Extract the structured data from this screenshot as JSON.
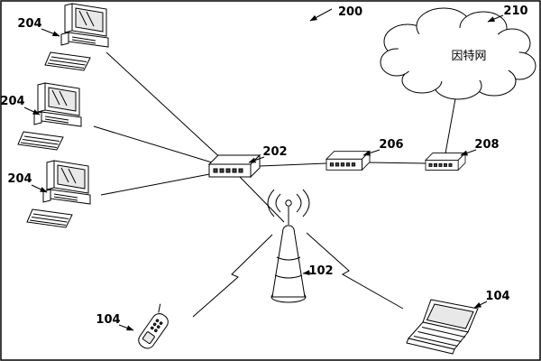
{
  "figure": {
    "ref_main": "200",
    "internet_cloud": {
      "ref": "210",
      "label": "因特网"
    },
    "computers": [
      {
        "ref": "204"
      },
      {
        "ref": "204"
      },
      {
        "ref": "204"
      }
    ],
    "hub": {
      "ref": "202"
    },
    "modem": {
      "ref": "206"
    },
    "router": {
      "ref": "208"
    },
    "base_station": {
      "ref": "102"
    },
    "mobile_phone": {
      "ref": "104"
    },
    "laptop": {
      "ref": "104"
    }
  }
}
